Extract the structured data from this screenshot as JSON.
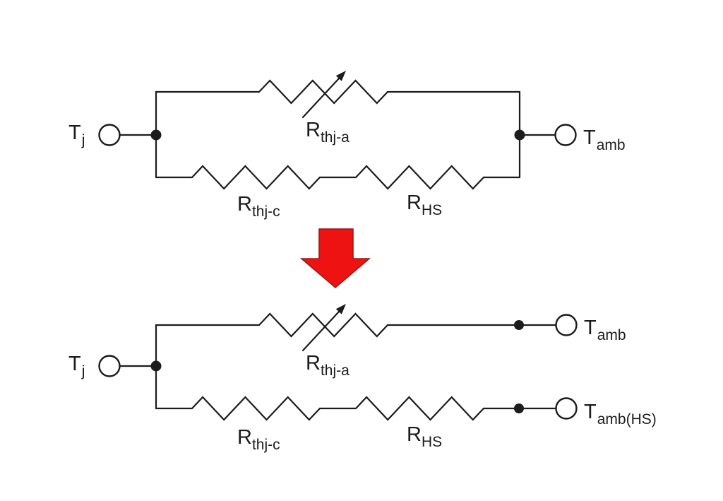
{
  "colors": {
    "wire": "#1c1c1c",
    "arrow_fill": "#ee1212",
    "arrow_stroke": "#9b1b16"
  },
  "top_circuit": {
    "junction_temp": {
      "main": "T",
      "sub": "j"
    },
    "ambient_temp": {
      "main": "T",
      "sub": "amb"
    },
    "variable_resistor": {
      "main": "R",
      "sub": "thj-a"
    },
    "junction_case_resistor": {
      "main": "R",
      "sub": "thj-c"
    },
    "heatsink_resistor": {
      "main": "R",
      "sub": "HS"
    }
  },
  "bottom_circuit": {
    "junction_temp": {
      "main": "T",
      "sub": "j"
    },
    "ambient_temp": {
      "main": "T",
      "sub": "amb"
    },
    "ambient_temp_hs": {
      "main": "T",
      "sub": "amb(HS)"
    },
    "variable_resistor": {
      "main": "R",
      "sub": "thj-a"
    },
    "junction_case_resistor": {
      "main": "R",
      "sub": "thj-c"
    },
    "heatsink_resistor": {
      "main": "R",
      "sub": "HS"
    }
  }
}
